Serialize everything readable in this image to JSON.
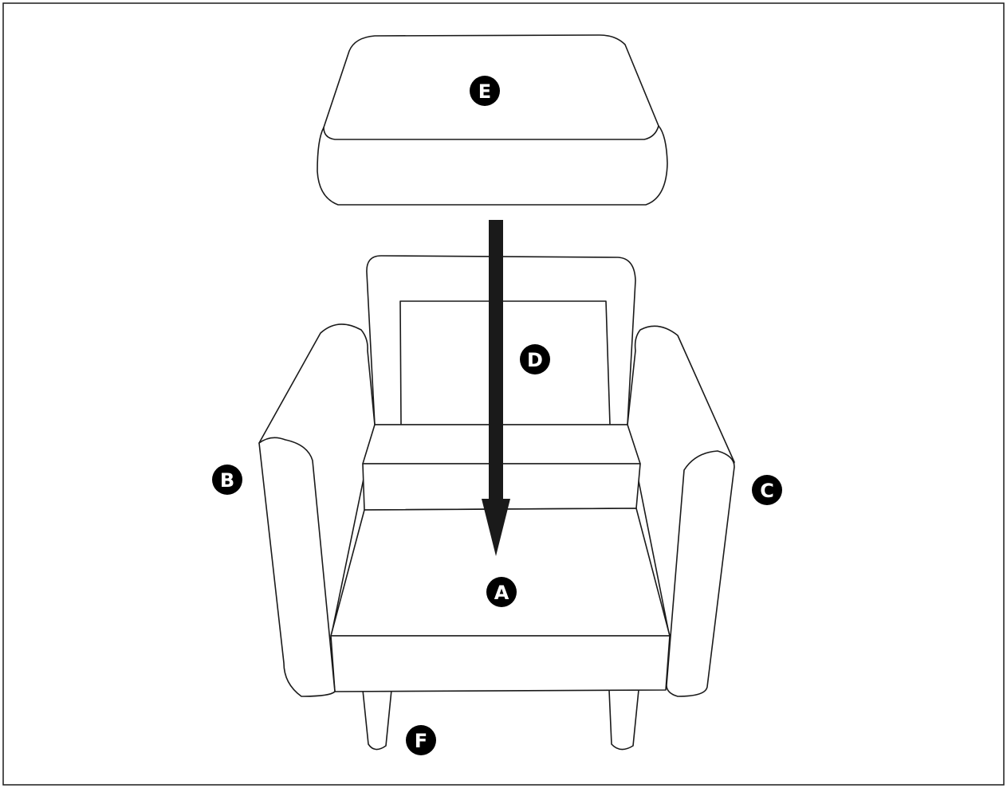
{
  "diagram": {
    "ink_color": "#1a1a1a",
    "badge_color": "#000000",
    "labels": {
      "seat_cushion": "A",
      "left_armrest": "B",
      "right_armrest": "C",
      "backrest": "D",
      "top_cushion": "E",
      "legs": "F"
    }
  }
}
